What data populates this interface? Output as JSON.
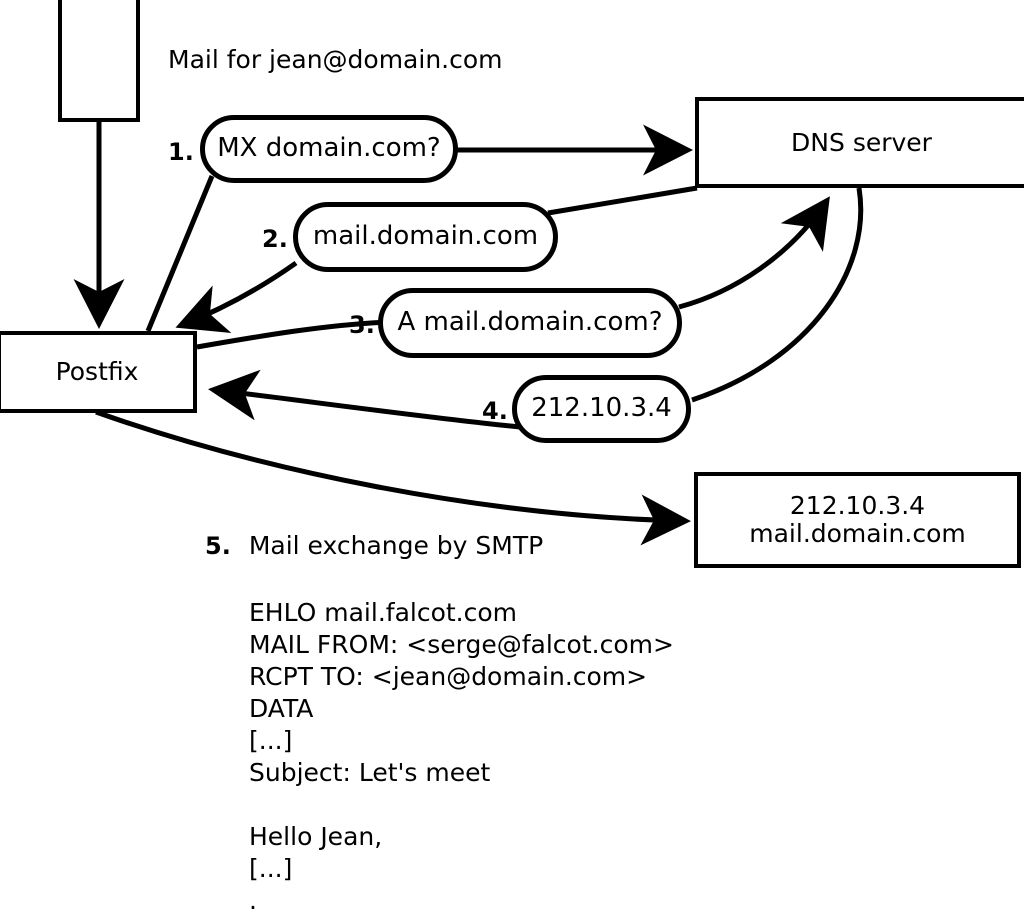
{
  "diagram": {
    "title_text": "Mail for jean@domain.com",
    "nodes": {
      "sender_client": {
        "label": ""
      },
      "postfix": {
        "label": "Postfix"
      },
      "dns_server": {
        "label": "DNS server"
      },
      "remote_mail_server": {
        "label": "212.10.3.4\nmail.domain.com"
      }
    },
    "steps": [
      {
        "number": "1.",
        "label": "MX domain.com?"
      },
      {
        "number": "2.",
        "label": "mail.domain.com"
      },
      {
        "number": "3.",
        "label": "A mail.domain.com?"
      },
      {
        "number": "4.",
        "label": "212.10.3.4"
      }
    ],
    "step5": {
      "number": "5.",
      "label": "Mail exchange by SMTP"
    },
    "smtp_transcript": "EHLO mail.falcot.com\nMAIL FROM: <serge@falcot.com>\nRCPT TO: <jean@domain.com>\nDATA\n[...]\nSubject: Let's meet\n\nHello Jean,\n[...]\n."
  },
  "colors": {
    "stroke": "#000000",
    "fill": "#ffffff",
    "text": "#000000"
  }
}
